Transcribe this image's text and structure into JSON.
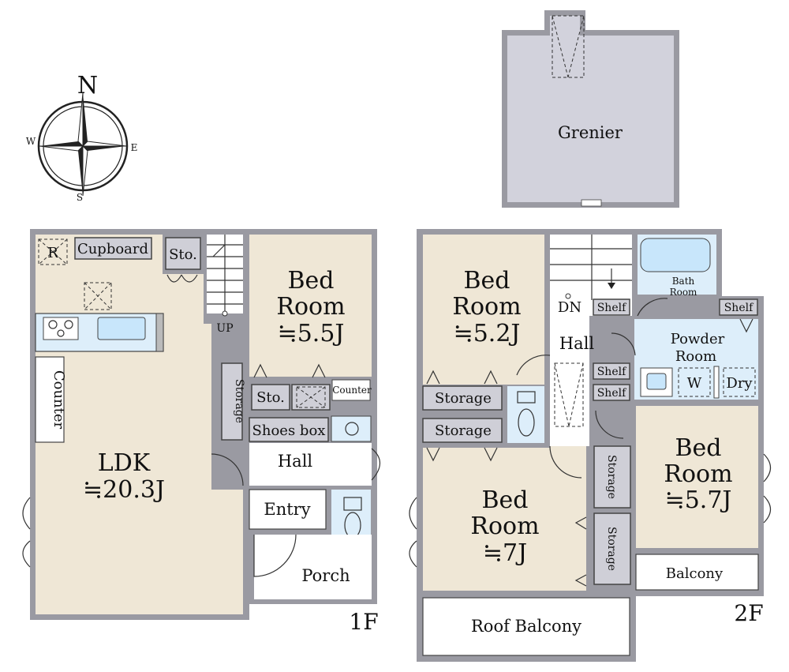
{
  "compass": {
    "n": "N",
    "s": "S",
    "e": "E",
    "w": "W"
  },
  "grenier": {
    "label": "Grenier"
  },
  "floor1": {
    "floor_label": "1F",
    "fridge": "R",
    "cupboard": "Cupboard",
    "sto_top": "Sto.",
    "up": "UP",
    "counter_left": "Counter",
    "ldk": {
      "line1": "LDK",
      "line2": "≒20.3J"
    },
    "bedroom": {
      "line1": "Bed",
      "line2": "Room",
      "line3": "≒5.5J"
    },
    "storage": "Storage",
    "sto_mid": "Sto.",
    "counter_small": "Counter",
    "shoes_box": "Shoes box",
    "hall": "Hall",
    "entry": "Entry",
    "porch": "Porch"
  },
  "floor2": {
    "floor_label": "2F",
    "bedroom_a": {
      "line1": "Bed",
      "line2": "Room",
      "line3": "≒5.2J"
    },
    "dn": "DN",
    "hall": "Hall",
    "bath": {
      "line1": "Bath",
      "line2": "Room"
    },
    "shelf_1": "Shelf",
    "shelf_2": "Shelf",
    "shelf_3": "Shelf",
    "shelf_4": "Shelf",
    "powder": {
      "line1": "Powder",
      "line2": "Room"
    },
    "w": "W",
    "dry": "Dry",
    "storage_1": "Storage",
    "storage_2": "Storage",
    "storage_3": "Storage",
    "storage_4": "Storage",
    "bedroom_b": {
      "line1": "Bed",
      "line2": "Room",
      "line3": "≒7J"
    },
    "bedroom_c": {
      "line1": "Bed",
      "line2": "Room",
      "line3": "≒5.7J"
    },
    "balcony": "Balcony",
    "roof_balcony": "Roof Balcony"
  }
}
